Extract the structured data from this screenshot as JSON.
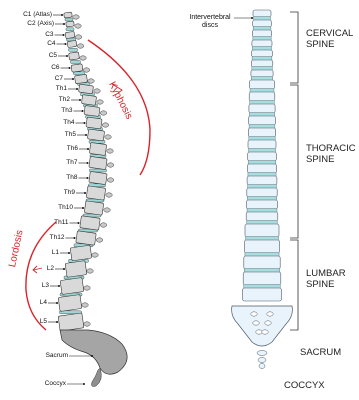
{
  "left_spine": {
    "vertebra_labels": [
      "C1 (Atlas)",
      "C2 (Axis)",
      "C3",
      "C4",
      "C5",
      "C6",
      "C7",
      "Th1",
      "Th2",
      "Th3",
      "Th4",
      "Th5",
      "Th6",
      "Th7",
      "Th8",
      "Th9",
      "Th10",
      "Th11",
      "Th12",
      "L1",
      "L2",
      "L3",
      "L4",
      "L5",
      "Sacrum",
      "Coccyx"
    ],
    "curves": {
      "kyphosis": "Kyphosis",
      "lordosis": "Lordosis"
    },
    "colors": {
      "vertebra": "#d9d9d9",
      "outline": "#333333",
      "disc": "#9fd6d6",
      "sacrum": "#a5a5a5",
      "curve": "#d8232a"
    }
  },
  "right_spine": {
    "disc_label": "Intervertebral\ndiscs",
    "regions": {
      "cervical": "CERVICAL\nSPINE",
      "thoracic": "THORACIC\nSPINE",
      "lumbar": "LUMBAR\nSPINE",
      "sacrum": "SACRUM",
      "coccyx": "COCCYX"
    },
    "colors": {
      "vertebra": "#e8f3fb",
      "outline": "#4a5a66",
      "disc": "#a8dde0",
      "bracket": "#333333"
    }
  }
}
